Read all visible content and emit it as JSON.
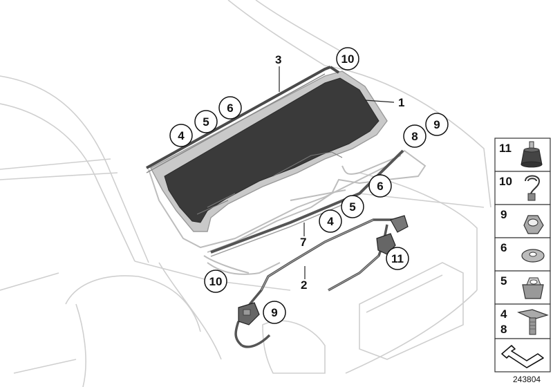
{
  "diagram": {
    "reference_number": "243804",
    "plain_labels": [
      "1",
      "2",
      "3",
      "7"
    ],
    "circled_labels": [
      "10",
      "6",
      "5",
      "4",
      "8",
      "9",
      "6",
      "5",
      "4",
      "11",
      "10",
      "9"
    ],
    "legend": [
      {
        "label": "11",
        "part": "rubber-mount-icon"
      },
      {
        "label": "10",
        "part": "clip-icon"
      },
      {
        "label": "9",
        "part": "hex-nut-icon"
      },
      {
        "label": "6",
        "part": "washer-icon"
      },
      {
        "label": "5",
        "part": "cage-nut-icon"
      },
      {
        "label": "4",
        "label2": "8",
        "part": "t-bolt-icon"
      },
      {
        "label": "",
        "part": "arrow-symbol-icon"
      }
    ],
    "colors": {
      "car_outline": "#c8c8c8",
      "panel_fill": "#3a3a3a",
      "panel_edge": "#b5b5b5",
      "line_dark": "#222222",
      "hose": "#555555"
    }
  }
}
